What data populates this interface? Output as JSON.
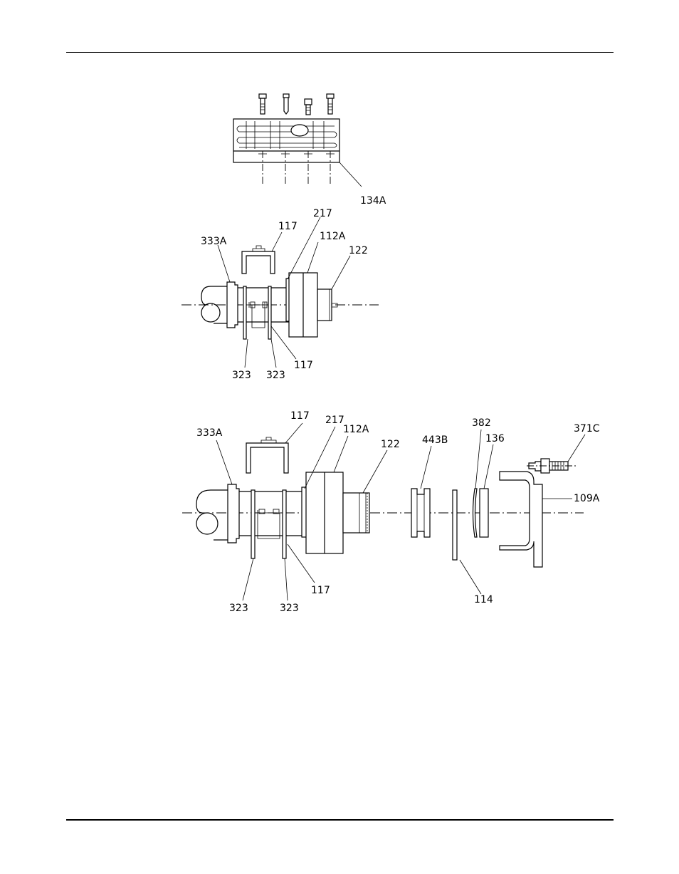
{
  "callouts": {
    "top": {
      "bearing_housing": "134A"
    },
    "middle": {
      "seal": "333A",
      "deflector": "117",
      "bearing_race": "217",
      "bearing": "112A",
      "locknut": "122",
      "lockwasher_left": "323",
      "lockwasher_right": "323",
      "deflector_lower": "117"
    },
    "bottom": {
      "seal": "333A",
      "deflector": "117",
      "bearing_race": "217",
      "bearing": "112A",
      "locknut": "122",
      "labyrinth": "443B",
      "snap_ring": "382",
      "gasket_ring": "136",
      "screw": "371C",
      "end_cover": "109A",
      "gasket": "114",
      "lockwasher_left": "323",
      "lockwasher_right": "323",
      "deflector_lower": "117"
    }
  }
}
